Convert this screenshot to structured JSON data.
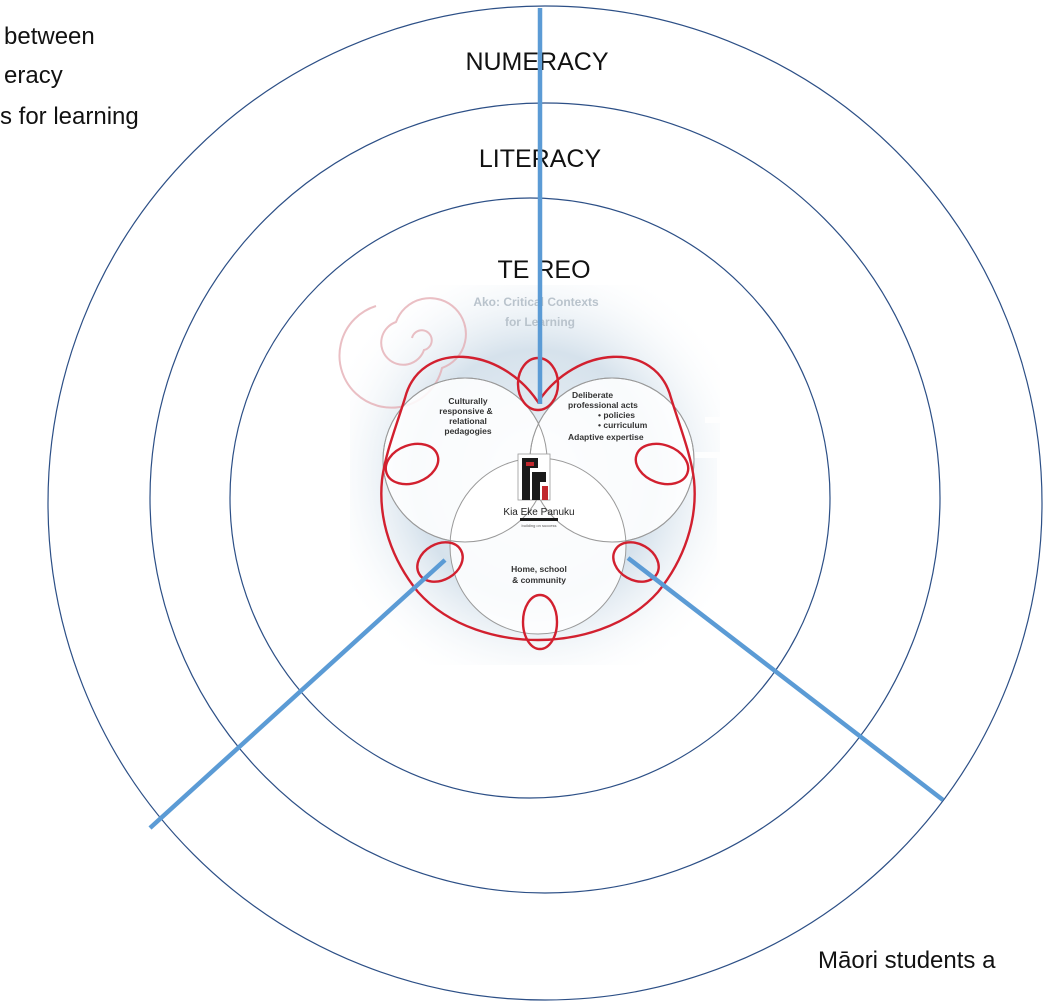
{
  "corner_text": {
    "line1": "between",
    "line2": "eracy",
    "line3": "s for learning"
  },
  "rings": {
    "outer": "NUMERACY",
    "middle": "LITERACY",
    "inner": "TE REO"
  },
  "framework": {
    "title_line1": "Ako: Critical Contexts",
    "title_line2": "for Learning",
    "left_circle": [
      "Culturally",
      "responsive &",
      "relational",
      "pedagogies"
    ],
    "right_circle": [
      "Deliberate",
      "professional acts",
      "• policies",
      "• curriculum",
      "Adaptive expertise"
    ],
    "bottom_circle": [
      "Home, school",
      "& community"
    ],
    "brand_name": "Kia Eke Panuku",
    "brand_tagline": "building on success"
  },
  "bottom_text": "Māori  students a",
  "colors": {
    "ring_stroke": "#2c4f86",
    "spoke": "#5b9bd5",
    "red_petal": "#d2202f",
    "background_panel": "#c9d9e6"
  }
}
